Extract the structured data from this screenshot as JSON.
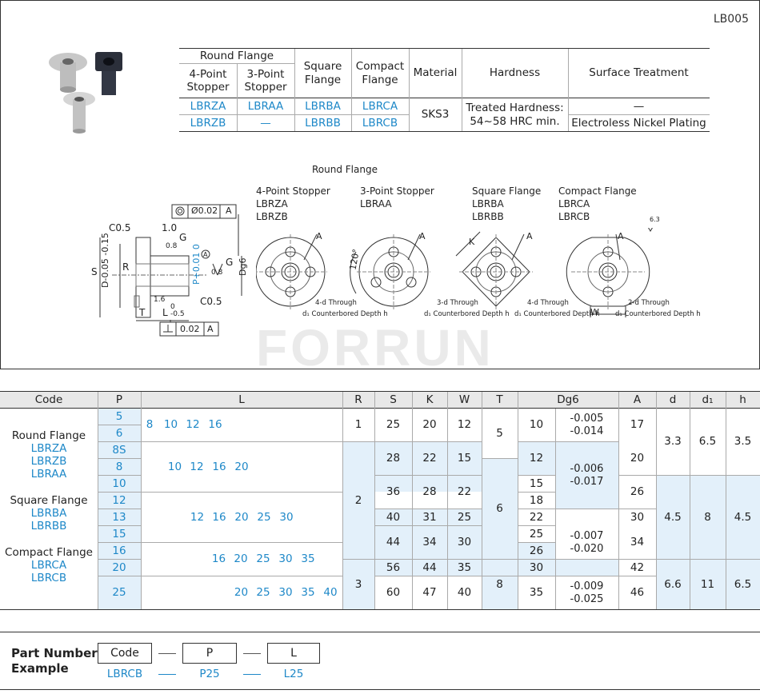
{
  "doc_id": "LB005",
  "watermark": "FORRUN",
  "spec_table": {
    "headers": {
      "round_flange": "Round Flange",
      "four_point": "4-Point Stopper",
      "three_point": "3-Point Stopper",
      "square_flange": "Square Flange",
      "compact_flange": "Compact Flange",
      "material": "Material",
      "hardness": "Hardness",
      "surface": "Surface Treatment"
    },
    "row1": {
      "four_point": "LBRZA",
      "three_point": "LBRAA",
      "square": "LBRBA",
      "compact": "LBRCA",
      "surface": "—"
    },
    "row2": {
      "four_point": "LBRZB",
      "three_point": "—",
      "square": "LBRBB",
      "compact": "LBRCB",
      "surface": "Electroless Nickel Plating"
    },
    "material": "SKS3",
    "hardness_1": "Treated Hardness:",
    "hardness_2": "54~58 HRC min."
  },
  "drawing": {
    "title": "Round Flange",
    "side": {
      "c05_top": "C0.5",
      "dim_10": "1.0",
      "g": "G",
      "g2": "G",
      "r": "R",
      "s": "S",
      "d_tol": "D-0.05 -0.15",
      "p_tol": "P+0.01 0",
      "dg6": "Dg6",
      "c05_bot": "C0.5",
      "t": "T",
      "l": "L",
      "l_tol": "0 -0.5",
      "v08a": "0.8",
      "v08b": "0.8",
      "v16": "1.6",
      "circ_label": "Ø0.02",
      "circ_ref": "A",
      "perp_label": "0.02",
      "perp_ref": "A",
      "datum": "A"
    },
    "views": [
      {
        "title": "4-Point Stopper",
        "codes": [
          "LBRZA",
          "LBRZB"
        ],
        "a": "A",
        "note1": "4-d Through",
        "note2": "d₁ Counterbored Depth h"
      },
      {
        "title": "3-Point Stopper",
        "codes": [
          "LBRAA"
        ],
        "a": "A",
        "angle": "120°",
        "note1": "3-d Through",
        "note2": "d₁ Counterbored Depth h"
      },
      {
        "title": "Square Flange",
        "codes": [
          "LBRBA",
          "LBRBB"
        ],
        "a": "A",
        "k": "K",
        "note1": "4-d Through",
        "note2": "d₁ Counterbored Depth h"
      },
      {
        "title": "Compact Flange",
        "codes": [
          "LBRCA",
          "LBRCB"
        ],
        "a": "A",
        "w": "W",
        "rough": "6.3",
        "note1": "2-d Through",
        "note2": "d₁ Counterbored Depth h"
      }
    ]
  },
  "dim_table": {
    "headers": [
      "Code",
      "P",
      "L",
      "R",
      "S",
      "K",
      "W",
      "T",
      "Dg6",
      "A",
      "d",
      "d₁",
      "h"
    ],
    "code_groups": [
      {
        "name": "Round Flange",
        "codes": [
          "LBRZA",
          "LBRZB",
          "LBRAA"
        ]
      },
      {
        "name": "Square Flange",
        "codes": [
          "LBRBA",
          "LBRBB"
        ]
      },
      {
        "name": "Compact Flange",
        "codes": [
          "LBRCA",
          "LBRCB"
        ]
      }
    ],
    "p_values": [
      "5",
      "6",
      "8S",
      "8",
      "10",
      "12",
      "13",
      "15",
      "16",
      "20",
      "25"
    ],
    "l_groups": [
      [
        "8",
        "10",
        "12",
        "16"
      ],
      [
        "10",
        "12",
        "16",
        "20"
      ],
      [
        "12",
        "16",
        "20",
        "25",
        "30"
      ],
      [
        "16",
        "20",
        "25",
        "30",
        "35"
      ],
      [
        "20",
        "25",
        "30",
        "35",
        "40"
      ]
    ],
    "r": [
      "1",
      "2",
      "3"
    ],
    "s": [
      "25",
      "28",
      "36",
      "40",
      "44",
      "56",
      "60"
    ],
    "k": [
      "20",
      "22",
      "28",
      "31",
      "34",
      "44",
      "47"
    ],
    "w": [
      "12",
      "15",
      "22",
      "25",
      "30",
      "35",
      "40"
    ],
    "t": [
      "5",
      "6",
      "8"
    ],
    "dg6": [
      "10",
      "12",
      "15",
      "18",
      "22",
      "25",
      "26",
      "30",
      "35"
    ],
    "dg6_tol": [
      [
        "-0.005",
        "-0.014"
      ],
      [
        "-0.006",
        "-0.017"
      ],
      [
        "-0.007",
        "-0.020"
      ],
      [
        "-0.009",
        "-0.025"
      ]
    ],
    "a": [
      "17",
      "20",
      "26",
      "30",
      "34",
      "42",
      "46"
    ],
    "d": [
      "3.3",
      "4.5",
      "6.6"
    ],
    "d1": [
      "6.5",
      "8",
      "11"
    ],
    "h": [
      "3.5",
      "4.5",
      "6.5"
    ]
  },
  "part_number": {
    "label_1": "Part Number",
    "label_2": "Example",
    "code_header": "Code",
    "p_header": "P",
    "l_header": "L",
    "code_value": "LBRCB",
    "p_value": "P25",
    "l_value": "L25"
  }
}
